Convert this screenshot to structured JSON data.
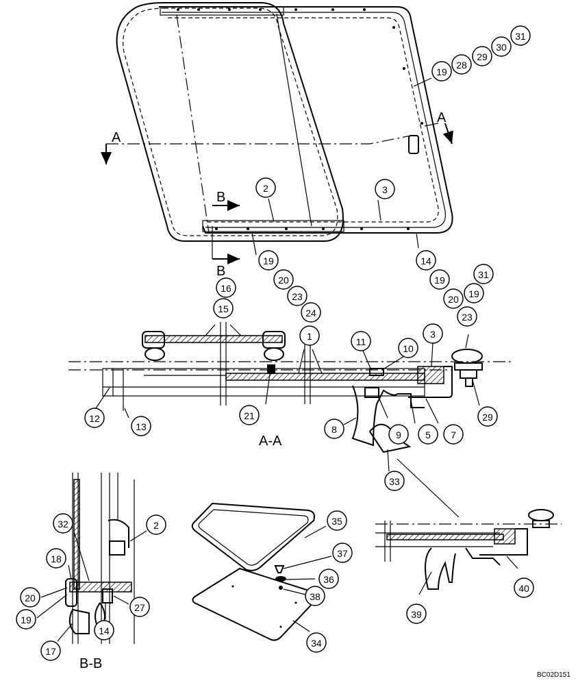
{
  "section_labels": {
    "a_left": "A",
    "a_right": "A",
    "b_top": "B",
    "b_bottom": "B",
    "section_aa": "A-A",
    "section_bb": "B-B"
  },
  "drawing_code": "BC02D151",
  "callouts": [
    {
      "id": "c19-top",
      "text": "19"
    },
    {
      "id": "c28",
      "text": "28"
    },
    {
      "id": "c29-top",
      "text": "29"
    },
    {
      "id": "c30",
      "text": "30"
    },
    {
      "id": "c31-top",
      "text": "31"
    },
    {
      "id": "c2-top",
      "text": "2"
    },
    {
      "id": "c3-top",
      "text": "3"
    },
    {
      "id": "c19-mid",
      "text": "19"
    },
    {
      "id": "c20-mid",
      "text": "20"
    },
    {
      "id": "c23-mid",
      "text": "23"
    },
    {
      "id": "c24",
      "text": "24"
    },
    {
      "id": "c14-top",
      "text": "14"
    },
    {
      "id": "c19-right",
      "text": "19"
    },
    {
      "id": "c20-right",
      "text": "20"
    },
    {
      "id": "c23-right",
      "text": "23"
    },
    {
      "id": "c31-right",
      "text": "31"
    },
    {
      "id": "c19-bolt",
      "text": "19"
    },
    {
      "id": "c16",
      "text": "16"
    },
    {
      "id": "c15",
      "text": "15"
    },
    {
      "id": "c1",
      "text": "1"
    },
    {
      "id": "c11",
      "text": "11"
    },
    {
      "id": "c10",
      "text": "10"
    },
    {
      "id": "c3-aa",
      "text": "3"
    },
    {
      "id": "c12",
      "text": "12"
    },
    {
      "id": "c13",
      "text": "13"
    },
    {
      "id": "c21",
      "text": "21"
    },
    {
      "id": "c8",
      "text": "8"
    },
    {
      "id": "c9",
      "text": "9"
    },
    {
      "id": "c5",
      "text": "5"
    },
    {
      "id": "c7",
      "text": "7"
    },
    {
      "id": "c29-aa",
      "text": "29"
    },
    {
      "id": "c33",
      "text": "33"
    },
    {
      "id": "c32",
      "text": "32"
    },
    {
      "id": "c2-bb",
      "text": "2"
    },
    {
      "id": "c18",
      "text": "18"
    },
    {
      "id": "c20-bb",
      "text": "20"
    },
    {
      "id": "c19-bb",
      "text": "19"
    },
    {
      "id": "c17",
      "text": "17"
    },
    {
      "id": "c14-bb",
      "text": "14"
    },
    {
      "id": "c27",
      "text": "27"
    },
    {
      "id": "c35",
      "text": "35"
    },
    {
      "id": "c37",
      "text": "37"
    },
    {
      "id": "c36",
      "text": "36"
    },
    {
      "id": "c38",
      "text": "38"
    },
    {
      "id": "c34",
      "text": "34"
    },
    {
      "id": "c39",
      "text": "39"
    },
    {
      "id": "c40",
      "text": "40"
    }
  ]
}
